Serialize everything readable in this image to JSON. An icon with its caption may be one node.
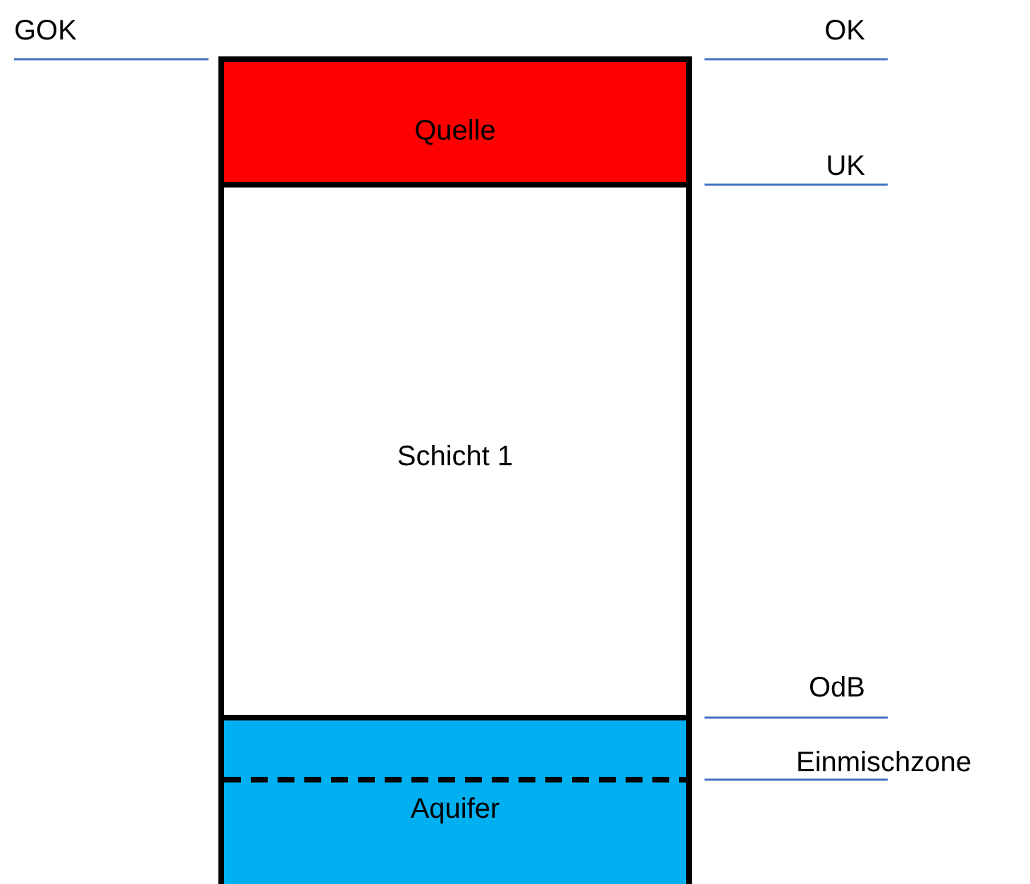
{
  "diagram": {
    "nodes": [
      {
        "text": [
          "Quelle"
        ]
      },
      {
        "text": [
          "Schicht 1"
        ]
      },
      {
        "text": [
          "Aquifer"
        ]
      }
    ],
    "labels": [
      "GOK",
      "OK",
      "UK",
      "OdB",
      "Einmischzone"
    ]
  }
}
